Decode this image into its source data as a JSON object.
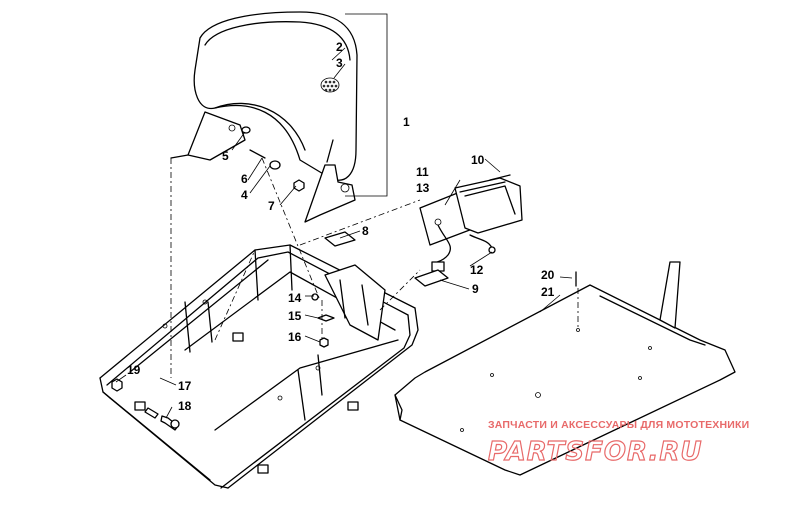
{
  "labels": {
    "l1": "1",
    "l2": "2",
    "l3": "3",
    "l4": "4",
    "l5": "5",
    "l6": "6",
    "l7": "7",
    "l8": "8",
    "l9": "9",
    "l10": "10",
    "l11": "11",
    "l12": "12",
    "l13": "13",
    "l14": "14",
    "l15": "15",
    "l16": "16",
    "l17": "17",
    "l18": "18",
    "l19": "19",
    "l20": "20",
    "l21": "21"
  },
  "watermark": {
    "tagline": "ЗАПЧАСТИ И АКСЕССУАРЫ ДЛЯ МОТОТЕХНИКИ",
    "logo": "PARTSFOR.RU"
  },
  "colors": {
    "line": "#000000",
    "background": "#ffffff",
    "watermark": "#e86a6a"
  }
}
